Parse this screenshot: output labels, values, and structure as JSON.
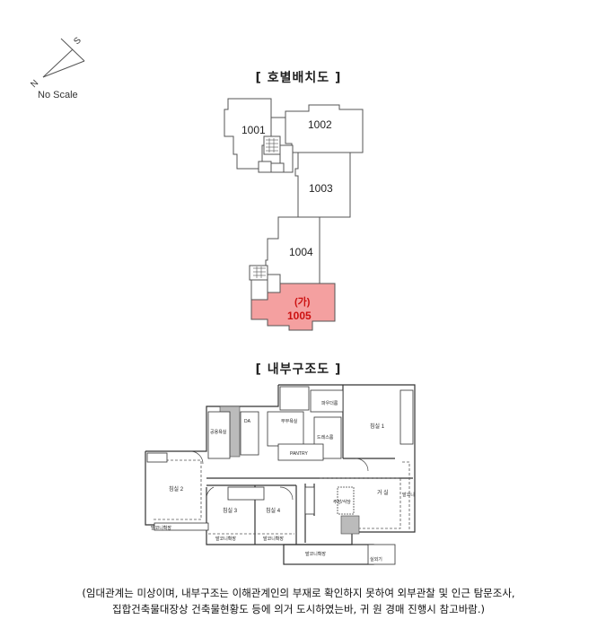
{
  "compass": {
    "north_label": "N",
    "south_label": "S",
    "scale_note": "No Scale"
  },
  "placement_diagram": {
    "title": "[ 호별배치도 ]",
    "units": [
      {
        "id": "1001",
        "label": "1001",
        "highlighted": false
      },
      {
        "id": "1002",
        "label": "1002",
        "highlighted": false
      },
      {
        "id": "1003",
        "label": "1003",
        "highlighted": false
      },
      {
        "id": "1004",
        "label": "1004",
        "highlighted": false
      },
      {
        "id": "1005",
        "label": "1005",
        "tag": "(가)",
        "highlighted": true
      }
    ],
    "colors": {
      "highlight_fill": "#f4a0a0",
      "highlight_text": "#cc1111",
      "outline": "#555555"
    }
  },
  "floor_plan": {
    "title": "[ 내부구조도 ]",
    "rooms": [
      {
        "id": "bedroom1",
        "label": "침실 1"
      },
      {
        "id": "bedroom2",
        "label": "침실 2"
      },
      {
        "id": "bedroom3",
        "label": "침실 3"
      },
      {
        "id": "bedroom4",
        "label": "침실 4"
      },
      {
        "id": "living",
        "label": "거 실"
      },
      {
        "id": "kitchen",
        "label": "주방/식당"
      },
      {
        "id": "powder",
        "label": "파우더룸"
      },
      {
        "id": "dress",
        "label": "드레스룸"
      },
      {
        "id": "bath_master",
        "label": "부부욕실"
      },
      {
        "id": "bath_common",
        "label": "공용욕실"
      },
      {
        "id": "pantry",
        "label": "PANTRY"
      },
      {
        "id": "balcony_left",
        "label": "발코니확장"
      },
      {
        "id": "balcony_b3",
        "label": "발코니확장"
      },
      {
        "id": "balcony_b4",
        "label": "발코니확장"
      },
      {
        "id": "balcony_bottom",
        "label": "발코니확장"
      },
      {
        "id": "balcony_right",
        "label": "발코니"
      },
      {
        "id": "ac",
        "label": "실외기"
      },
      {
        "id": "da",
        "label": "DA"
      }
    ]
  },
  "note": {
    "line1": "(임대관계는 미상이며,  내부구조는 이해관계인의 부재로 확인하지 못하여 외부관찰 및 인근 탐문조사,",
    "line2": "집합건축물대장상 건축물현황도 등에 의거 도시하였는바, 귀 원 경매 진행시 참고바람.)"
  }
}
